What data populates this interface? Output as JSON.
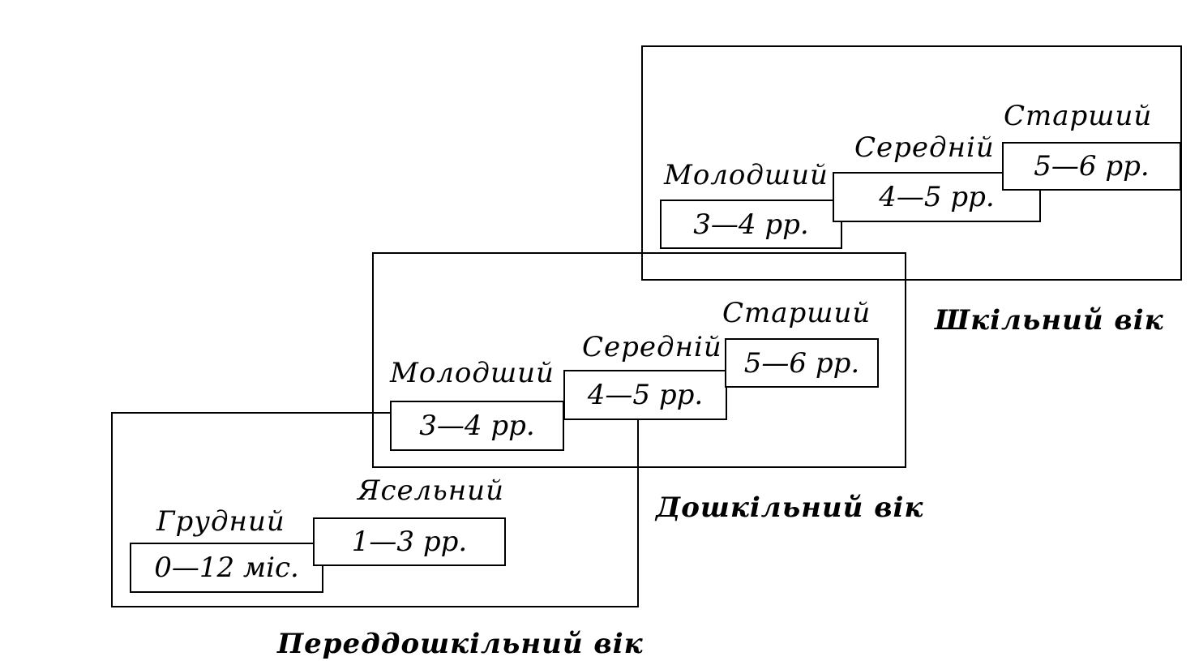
{
  "groups": [
    {
      "name": "Переддошкільний вік",
      "periods": [
        {
          "label": "Грудний",
          "range": "0—12 міс."
        },
        {
          "label": "Ясельний",
          "range": "1—3 рр."
        }
      ]
    },
    {
      "name": "Дошкільний вік",
      "periods": [
        {
          "label": "Молодший",
          "range": "3—4 рр."
        },
        {
          "label": "Середній",
          "range": "4—5 рр."
        },
        {
          "label": "Старший",
          "range": "5—6 рр."
        }
      ]
    },
    {
      "name": "Шкільний вік",
      "periods": [
        {
          "label": "Молодший",
          "range": "3—4 рр."
        },
        {
          "label": "Середній",
          "range": "4—5 рр."
        },
        {
          "label": "Старший",
          "range": "5—6 рр."
        }
      ]
    }
  ]
}
